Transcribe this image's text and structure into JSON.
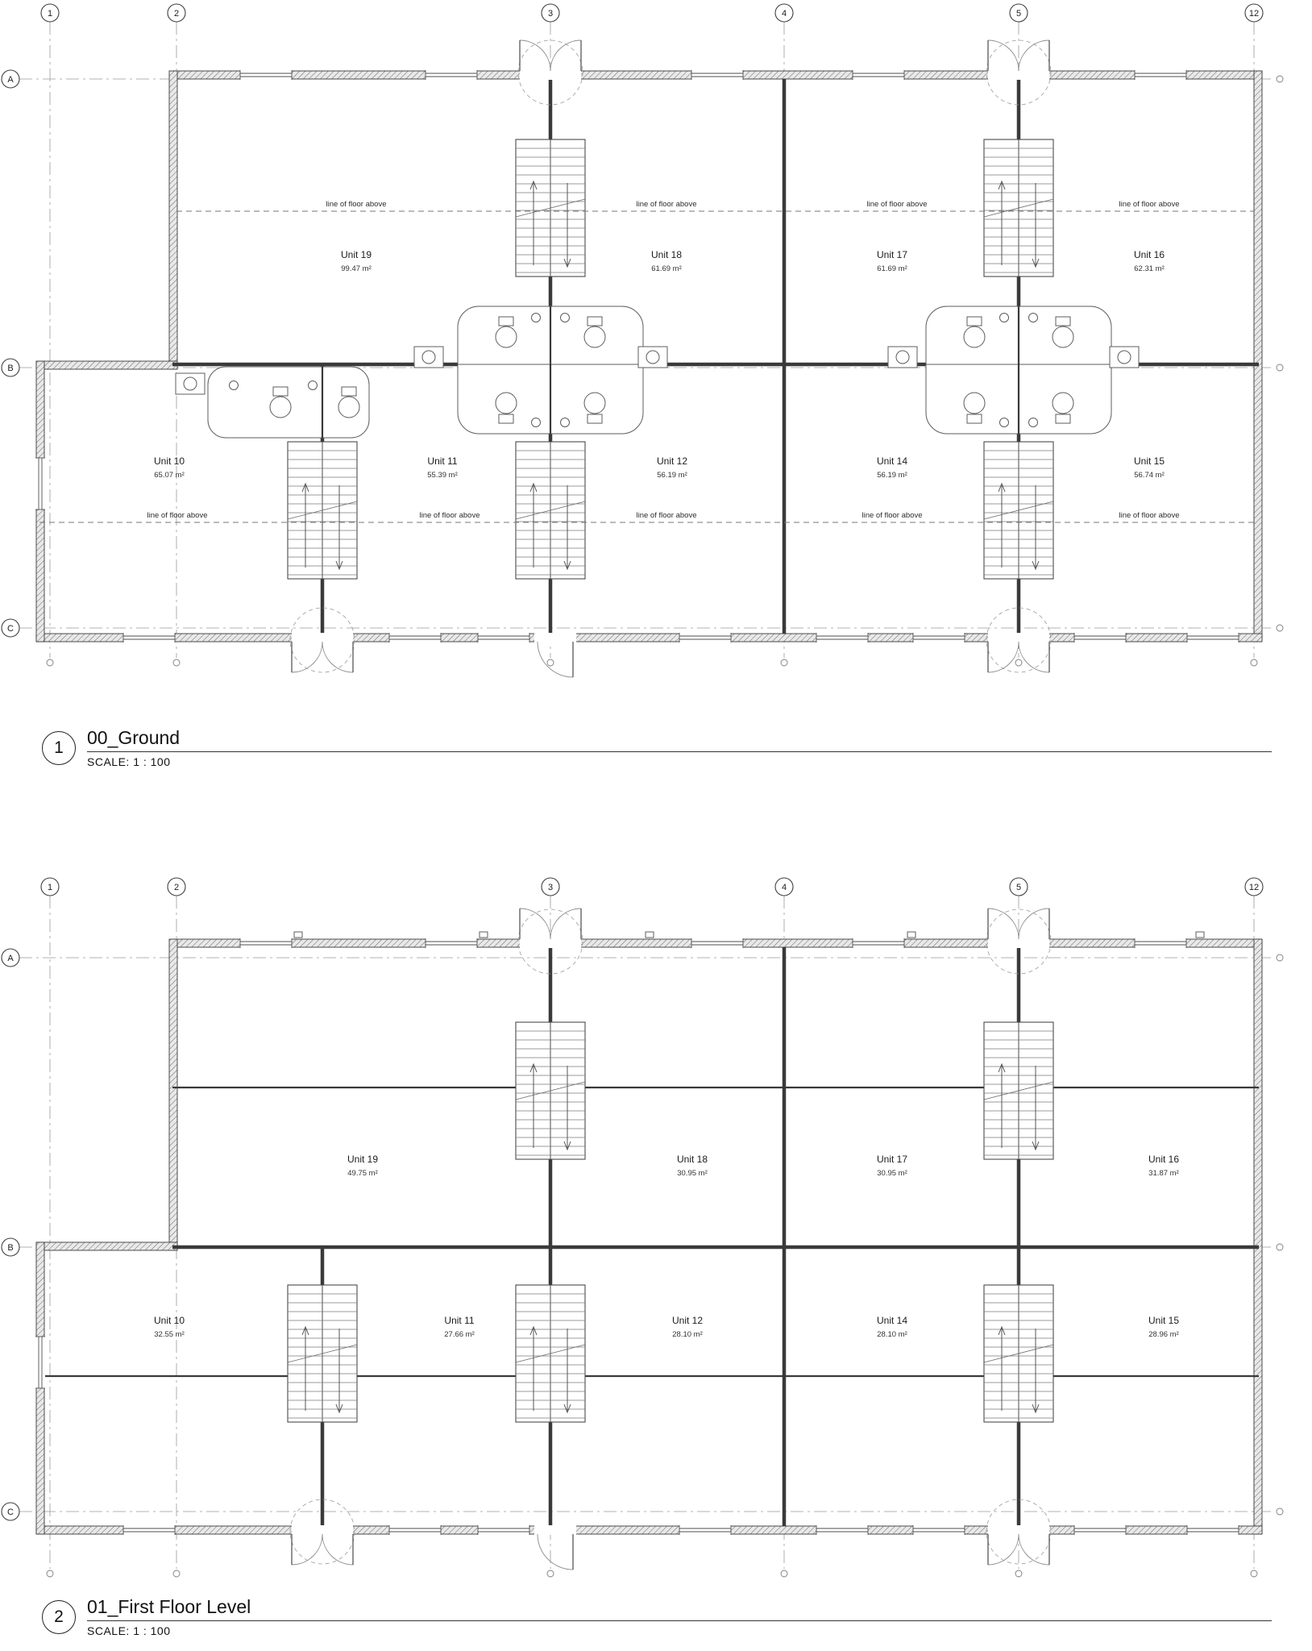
{
  "sheet": {
    "background": "#ffffff",
    "ink": "#3a3a3a",
    "floor_above_label": "line of floor above"
  },
  "plans": [
    {
      "view_number": "1",
      "title": "00_Ground",
      "scale_label": "SCALE:  1 : 100",
      "grid_cols": [
        "1",
        "2",
        "3",
        "4",
        "5",
        "12"
      ],
      "grid_rows": [
        "A",
        "B",
        "C"
      ],
      "units": [
        {
          "name": "Unit 19",
          "area": "99.47 m²"
        },
        {
          "name": "Unit 18",
          "area": "61.69 m²"
        },
        {
          "name": "Unit 17",
          "area": "61.69 m²"
        },
        {
          "name": "Unit 16",
          "area": "62.31 m²"
        },
        {
          "name": "Unit 10",
          "area": "65.07 m²"
        },
        {
          "name": "Unit 11",
          "area": "55.39 m²"
        },
        {
          "name": "Unit 12",
          "area": "56.19 m²"
        },
        {
          "name": "Unit 14",
          "area": "56.19 m²"
        },
        {
          "name": "Unit 15",
          "area": "56.74 m²"
        }
      ]
    },
    {
      "view_number": "2",
      "title": "01_First Floor Level",
      "scale_label": "SCALE:  1 : 100",
      "grid_cols": [
        "1",
        "2",
        "3",
        "4",
        "5",
        "12"
      ],
      "grid_rows": [
        "A",
        "B",
        "C"
      ],
      "units": [
        {
          "name": "Unit 19",
          "area": "49.75 m²"
        },
        {
          "name": "Unit 18",
          "area": "30.95 m²"
        },
        {
          "name": "Unit 17",
          "area": "30.95 m²"
        },
        {
          "name": "Unit 16",
          "area": "31.87 m²"
        },
        {
          "name": "Unit 10",
          "area": "32.55 m²"
        },
        {
          "name": "Unit 11",
          "area": "27.66 m²"
        },
        {
          "name": "Unit 12",
          "area": "28.10 m²"
        },
        {
          "name": "Unit 14",
          "area": "28.10 m²"
        },
        {
          "name": "Unit 15",
          "area": "28.96 m²"
        }
      ]
    }
  ]
}
